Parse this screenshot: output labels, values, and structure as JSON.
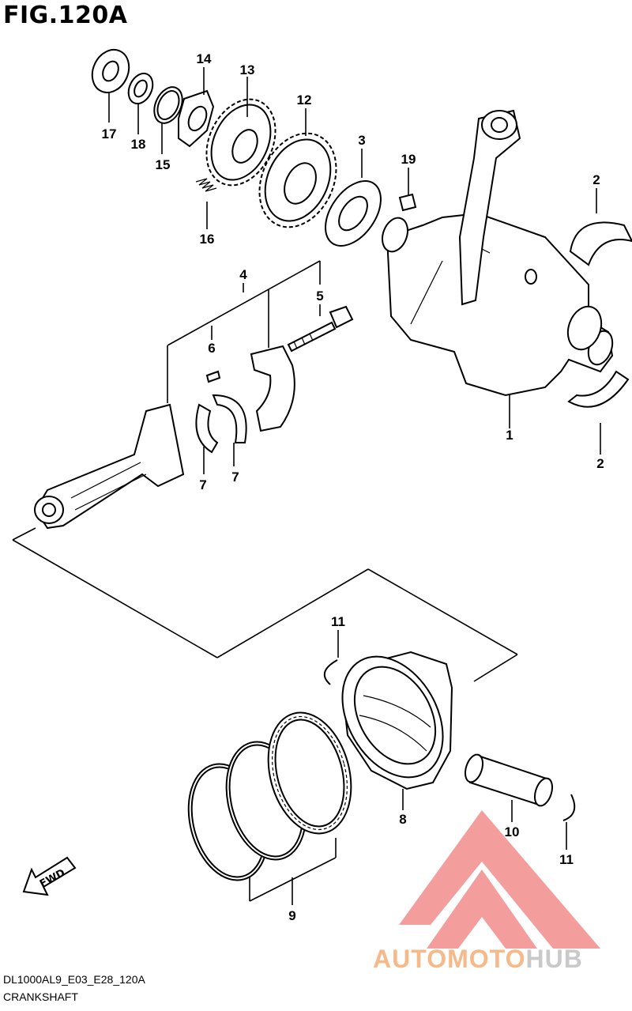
{
  "figure": {
    "title": "FIG.120A",
    "code": "DL1000AL9_E03_E28_120A",
    "name": "CRANKSHAFT"
  },
  "callouts": {
    "c1": "1",
    "c2a": "2",
    "c2b": "2",
    "c3": "3",
    "c4": "4",
    "c5": "5",
    "c6": "6",
    "c7a": "7",
    "c7b": "7",
    "c8": "8",
    "c9": "9",
    "c10": "10",
    "c11a": "11",
    "c11b": "11",
    "c12": "12",
    "c13": "13",
    "c14": "14",
    "c15": "15",
    "c16": "16",
    "c17": "17",
    "c18": "18",
    "c19": "19"
  },
  "fwd_arrow": {
    "label": "FWD"
  },
  "watermark": {
    "text_part1": "AUTOMOTO",
    "text_part2": "HUB",
    "logo_icon": "triangle-logo-icon",
    "colors": {
      "logo": "#f28c8c",
      "text_orange": "#f5b98a",
      "text_gray": "#c9c9c9"
    }
  }
}
